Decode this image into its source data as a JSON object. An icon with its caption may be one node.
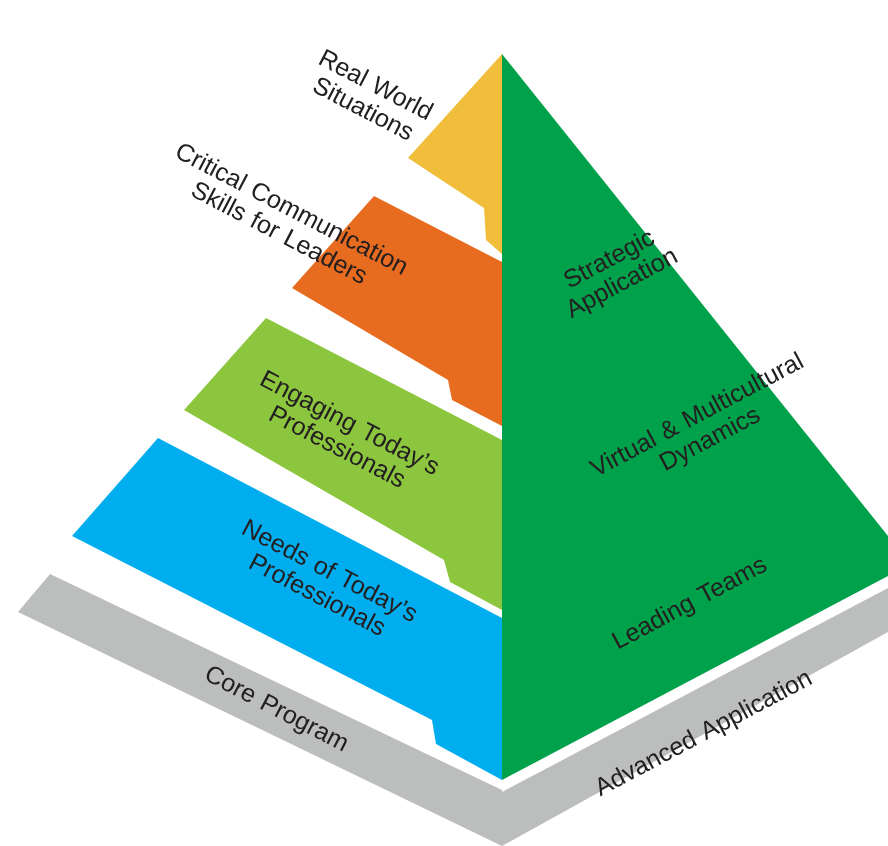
{
  "diagram": {
    "nodes": [
      {
        "text": [
          "Real World Situations"
        ]
      },
      {
        "text": [
          "Critical Communication Skills for Leaders"
        ]
      },
      {
        "text": [
          "Engaging Today’s Professionals"
        ]
      },
      {
        "text": [
          "Needs of Today’s Professionals"
        ]
      },
      {
        "text": [
          "Strategic Application",
          "Virtual & Multicultural Dynamics",
          "Leading Teams"
        ]
      },
      {
        "text": [
          "Core Program"
        ]
      },
      {
        "text": [
          "Advanced Application"
        ]
      }
    ]
  }
}
